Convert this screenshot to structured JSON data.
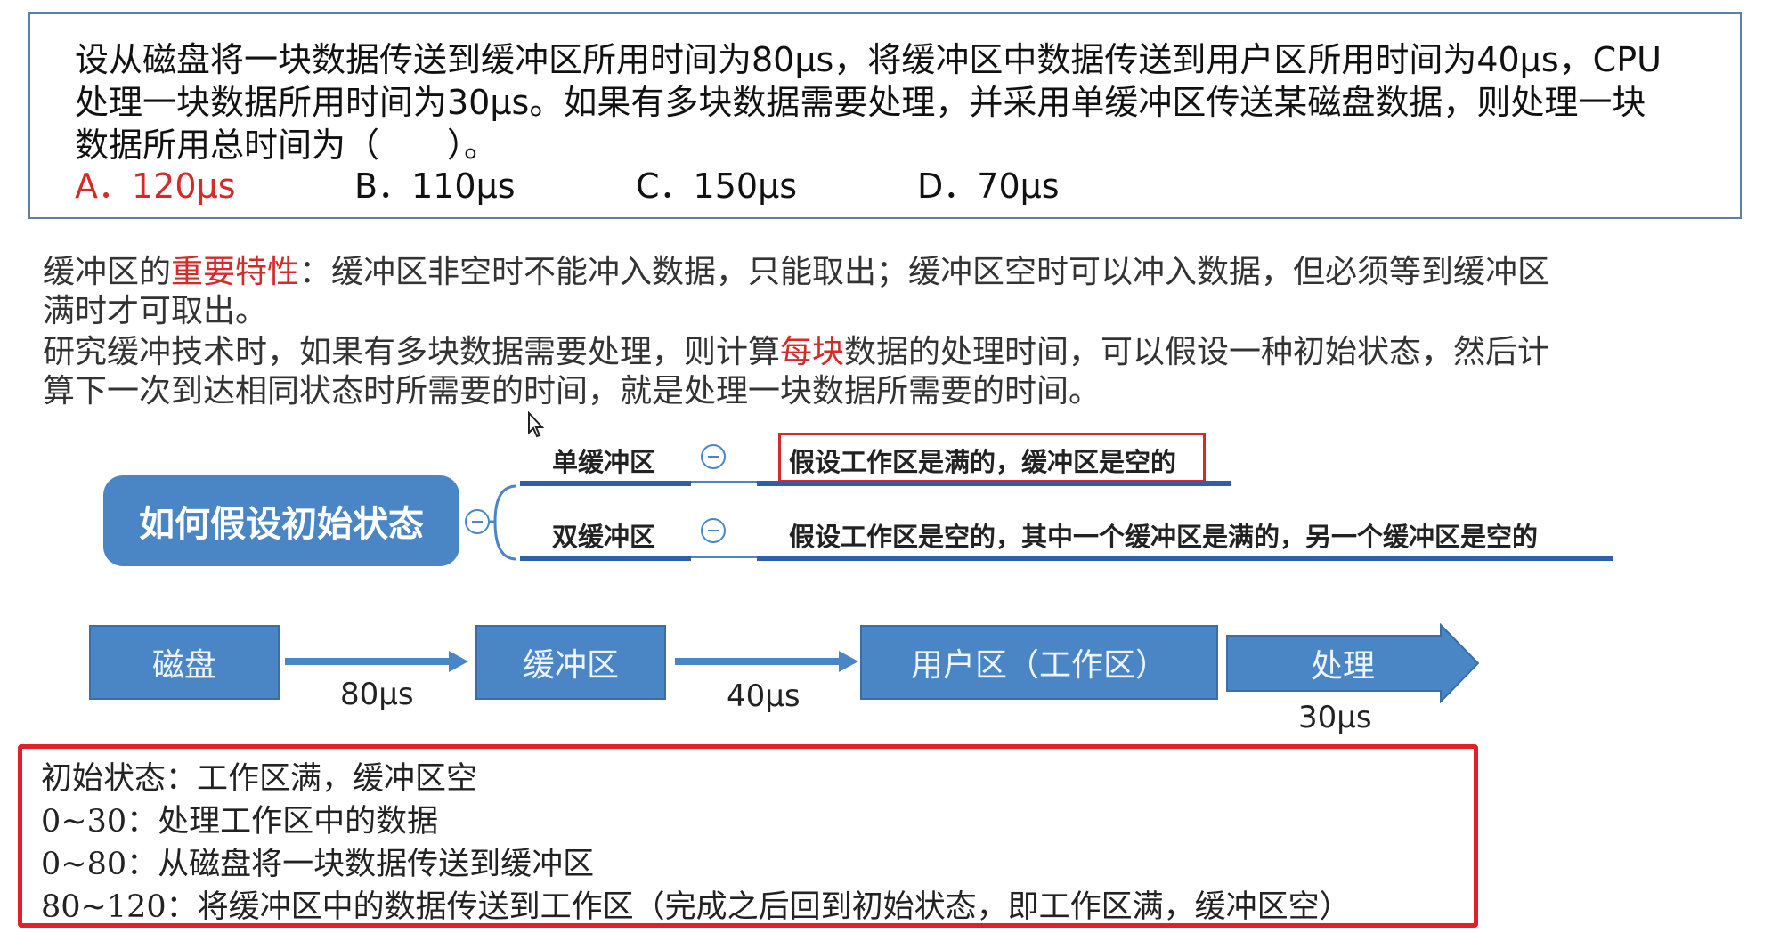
{
  "question": {
    "line1": "设从磁盘将一块数据传送到缓冲区所用时间为80μs，将缓冲区中数据传送到用户区所用时间为40μs，CPU",
    "line2": "处理一块数据所用时间为30μs。如果有多块数据需要处理，并采用单缓冲区传送某磁盘数据，则处理一块",
    "line3": "数据所用总时间为（　　）。",
    "options": [
      "A．120μs",
      "B．110μs",
      "C．150μs",
      "D．70μs"
    ]
  },
  "explanation": {
    "p1_prefix": "缓冲区的",
    "p1_highlight": "重要特性",
    "p1_rest": "：缓冲区非空时不能冲入数据，只能取出；缓冲区空时可以冲入数据，但必须等到缓冲区",
    "p1_line2": "满时才可取出。",
    "p2_prefix": "研究缓冲技术时，如果有多块数据需要处理，则计算",
    "p2_highlight": "每块",
    "p2_rest": "数据的处理时间，可以假设一种初始状态，然后计",
    "p2_line2": "算下一次到达相同状态时所需要的时间，就是处理一块数据所需要的时间。"
  },
  "mindmap": {
    "root": "如何假设初始状态",
    "branches": [
      {
        "label": "单缓冲区",
        "desc": "假设工作区是满的，缓冲区是空的"
      },
      {
        "label": "双缓冲区",
        "desc": "假设工作区是空的，其中一个缓冲区是满的，另一个缓冲区是空的"
      }
    ]
  },
  "flow": {
    "boxes": [
      "磁盘",
      "缓冲区",
      "用户区（工作区）"
    ],
    "process": "处理",
    "times": [
      "80μs",
      "40μs",
      "30μs"
    ]
  },
  "summary": [
    "初始状态：工作区满，缓冲区空",
    "0~30：处理工作区中的数据",
    "0~80：从磁盘将一块数据传送到缓冲区",
    "80~120：将缓冲区中的数据传送到工作区（完成之后回到初始状态，即工作区满，缓冲区空）"
  ],
  "colors": {
    "accent_blue": "#4a86c5",
    "highlight_red": "#d42a2a"
  }
}
